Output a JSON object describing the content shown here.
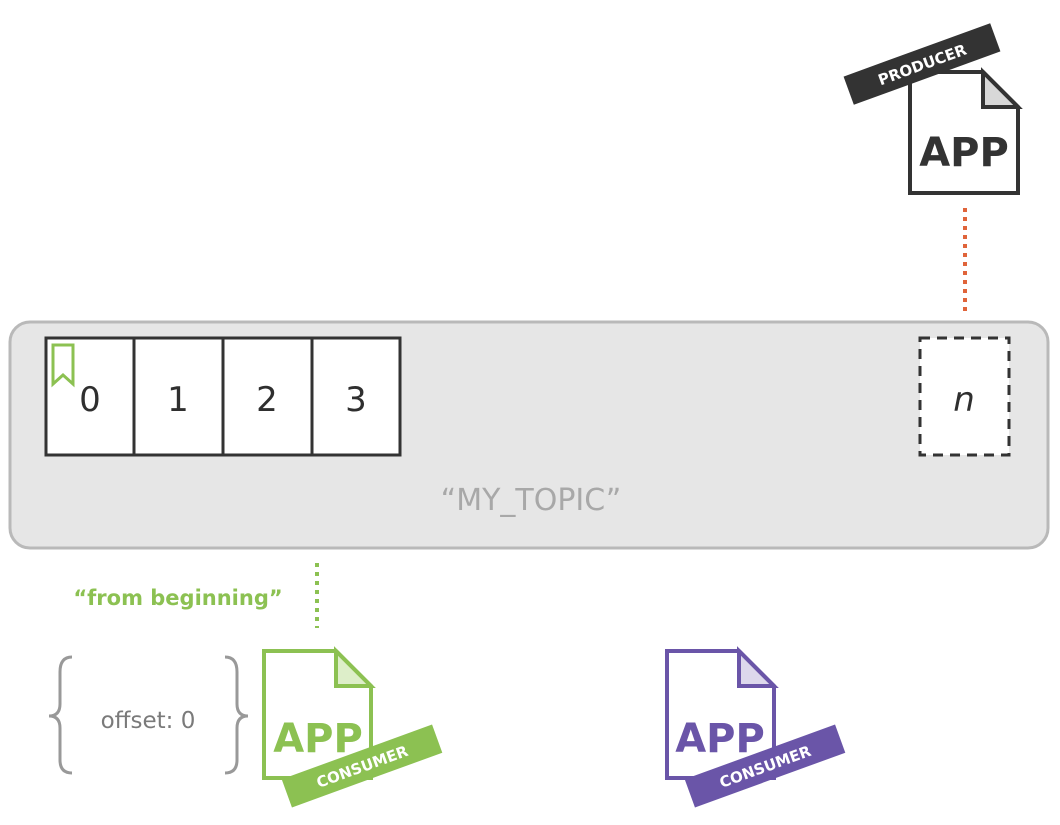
{
  "topic": {
    "name": "“MY_TOPIC”",
    "messages": [
      "0",
      "1",
      "2",
      "3"
    ],
    "last_message": "n"
  },
  "producer": {
    "app_label": "APP",
    "role_label": "PRODUCER"
  },
  "consumers": [
    {
      "app_label": "APP",
      "role_label": "CONSUMER",
      "mode_label": "“from beginning”",
      "offset_label": "offset: 0"
    },
    {
      "app_label": "APP",
      "role_label": "CONSUMER"
    }
  ],
  "colors": {
    "producer_line": "#e0643a",
    "consumer1": "#8cc152",
    "consumer2": "#6a55a8",
    "producer_tag": "#333333",
    "topic_fill": "#e6e6e6",
    "topic_border": "#b9b9b9",
    "topic_text": "#a8a8a8",
    "cell_border": "#333333",
    "offset_text": "#7a7a7a"
  }
}
